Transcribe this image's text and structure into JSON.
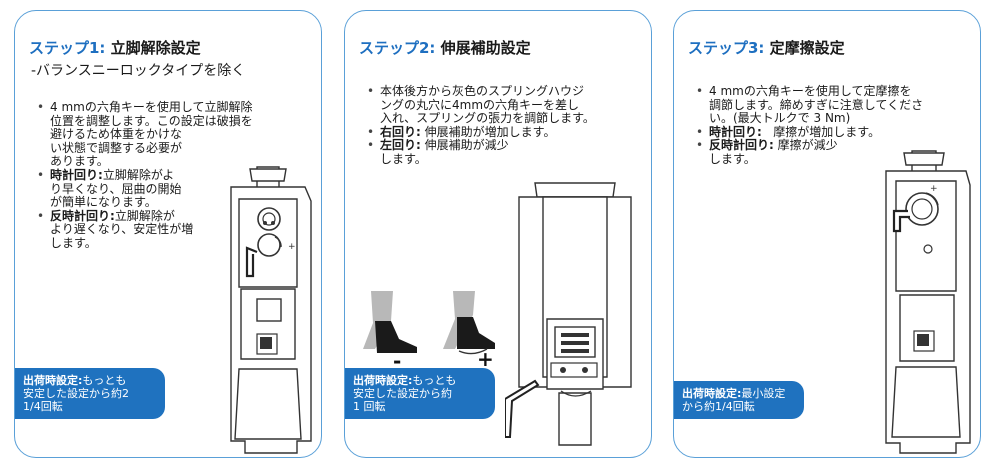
{
  "panel1": {
    "step_label": "ステップ1:",
    "title": "立脚解除設定",
    "subtitle": "-バランスニーロックタイプを除く",
    "bullet1_lines": [
      "4 mmの六角キーを使用して立脚解除",
      "位置を調整します。この設定は破損を",
      "避けるため体重をかけな",
      "い状態で調整する必要が",
      "あります。"
    ],
    "cw_label": "時計回り:",
    "cw_lines": [
      "立脚解除がよ",
      "り早くなり、屈曲の開始",
      "が簡単になります。"
    ],
    "ccw_label": "反時計回り:",
    "ccw_lines": [
      "立脚解除が",
      "より遅くなり、安定性が増",
      "します。"
    ],
    "note_label": "出荷時設定:",
    "note_lines": [
      "もっとも",
      "安定した設定から約2",
      "1/4回転"
    ]
  },
  "panel2": {
    "step_label": "ステップ2:",
    "title": "伸展補助設定",
    "bullet1_lines": [
      "本体後方から灰色のスプリングハウジ",
      "ングの丸穴に4mmの六角キーを差し",
      "入れ、スプリングの張力を調節します。"
    ],
    "cw_label": "右回り:",
    "cw_text": "伸展補助が増加します。",
    "ccw_label": "左回り:",
    "ccw_lines": [
      "伸展補助が減少",
      "します。"
    ],
    "minus_sign": "-",
    "plus_sign": "+",
    "note_label": "出荷時設定:",
    "note_lines": [
      "もっとも",
      "安定した設定から約",
      "1 回転"
    ]
  },
  "panel3": {
    "step_label": "ステップ3:",
    "title": "定摩擦設定",
    "bullet1_lines": [
      "4 mmの六角キーを使用して定摩擦を",
      "調節します。締めすぎに注意してくださ",
      "い。(最大トルクで 3 Nm)"
    ],
    "cw_label": "時計回り:",
    "cw_text": "摩擦が増加します。",
    "ccw_label": "反時計回り:",
    "ccw_lines": [
      "摩擦が減少",
      "します。"
    ],
    "note_label": "出荷時設定:",
    "note_lines": [
      "最小設定",
      "から約1/4回転"
    ]
  },
  "colors": {
    "accent": "#1e6fc0",
    "border": "#5aa0d8",
    "note_bg": "#1f72bf"
  }
}
